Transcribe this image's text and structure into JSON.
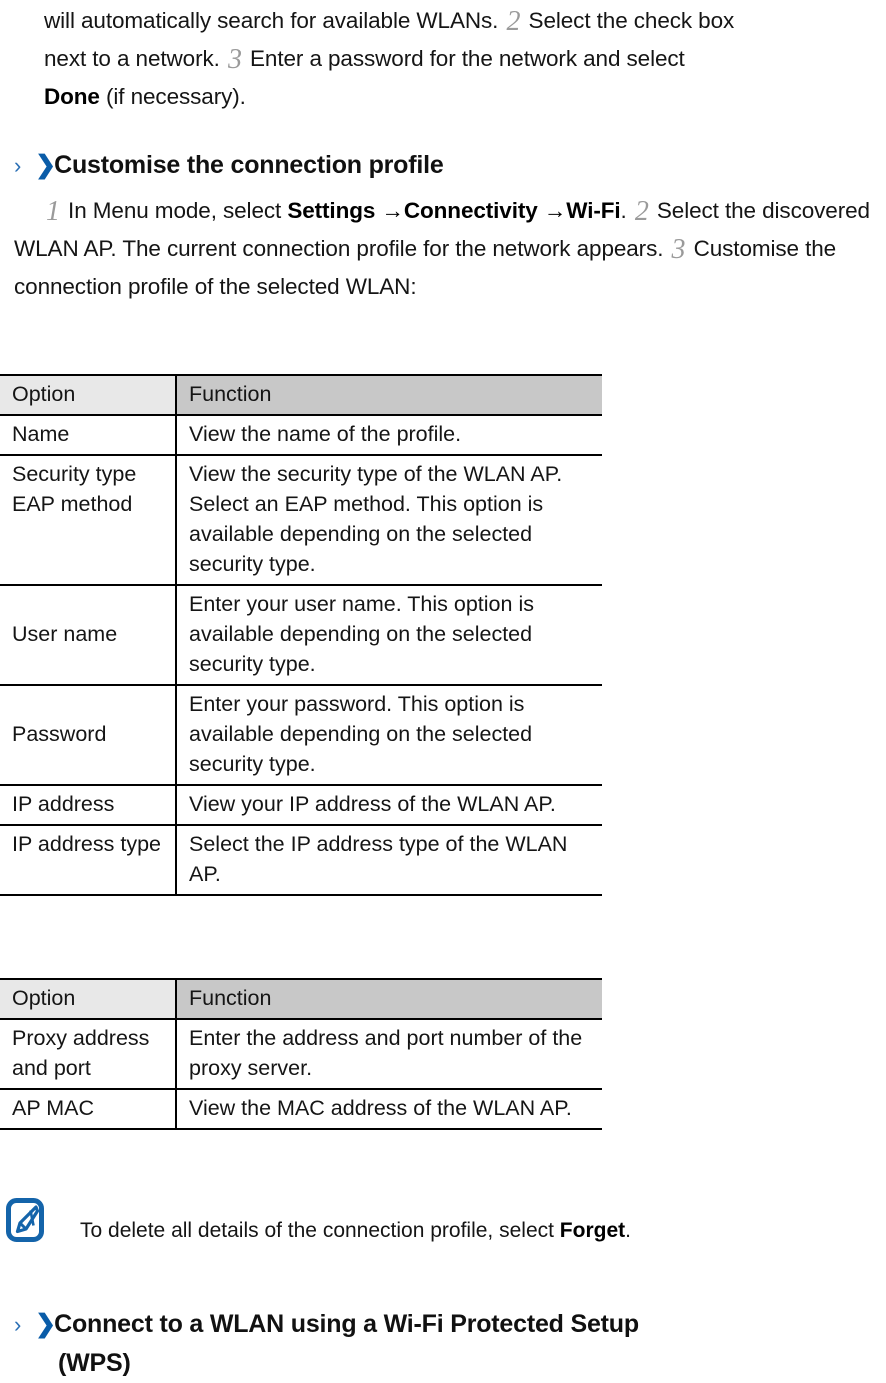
{
  "document": {
    "top_paragraph": {
      "line1_pre": "will automatically search for available WLANs. ",
      "step2": "2",
      "line1_post": " Select the check box",
      "line2_pre": "next to a network. ",
      "step3": "3",
      "line2_post": " Enter a password for the network and select",
      "line3_bold": "Done",
      "line3_post": " (if necessary)."
    },
    "heading_customise": {
      "chevron_thin": "›",
      "chevron_bold": "❯",
      "text": "Customise the connection profile"
    },
    "paragraph_customise": {
      "step1": "1",
      "seg1": " In Menu mode, select ",
      "bold1": "Settings",
      "arrow1": " →",
      "bold2": "Connectivity",
      "arrow2": " →",
      "bold3": "Wi-Fi",
      "seg2": ". ",
      "step2": "2",
      "seg3": " Select the discovered WLAN AP. The current connection profile for the network appears. ",
      "step3": "3",
      "seg4": " Customise the connection profile of the selected WLAN:"
    },
    "table1": {
      "headers": [
        "Option",
        "Function"
      ],
      "rows": [
        {
          "option": "Name",
          "function": "View the name of the profile.",
          "align": "top"
        },
        {
          "option": "Security type EAP method",
          "function": "View the security type of the WLAN AP. Select an EAP method. This option is available depending on the selected security type.",
          "align": "top"
        },
        {
          "option": "User name",
          "function": "Enter your user name. This option is available depending on the selected security type.",
          "align": "mid"
        },
        {
          "option": "Password",
          "function": "Enter your password. This option is available depending on the selected security type.",
          "align": "mid"
        },
        {
          "option": "IP address",
          "function": "View your IP address of the WLAN AP.",
          "align": "mid"
        },
        {
          "option": "IP address type",
          "function": "Select the IP address type of the WLAN AP.",
          "align": "top"
        }
      ]
    },
    "table2": {
      "headers": [
        "Option",
        "Function"
      ],
      "rows": [
        {
          "option": "Proxy address and port",
          "function": "Enter the address and port number of the proxy server.",
          "align": "mid"
        },
        {
          "option": "AP MAC",
          "function": "View the MAC address of the WLAN AP.",
          "align": "mid"
        }
      ]
    },
    "note": {
      "icon": "note-pen-icon",
      "text_pre": "To delete all details of the connection profile, select ",
      "bold": "Forget",
      "text_post": "."
    },
    "heading_wps": {
      "chevron_thin": "›",
      "chevron_bold": "❯",
      "line1": "Connect to a WLAN using a Wi-Fi Protected Setup",
      "line2": "(WPS)"
    },
    "colors": {
      "chevron_thin": "#2a6fb5",
      "chevron_bold": "#0a5ca8",
      "note_icon": "#1464aa",
      "step_number": "#9a9a9a",
      "header_option_bg": "#e8e8e8",
      "header_function_bg": "#c8c8c8",
      "rule": "#000000",
      "text": "#151515"
    }
  }
}
